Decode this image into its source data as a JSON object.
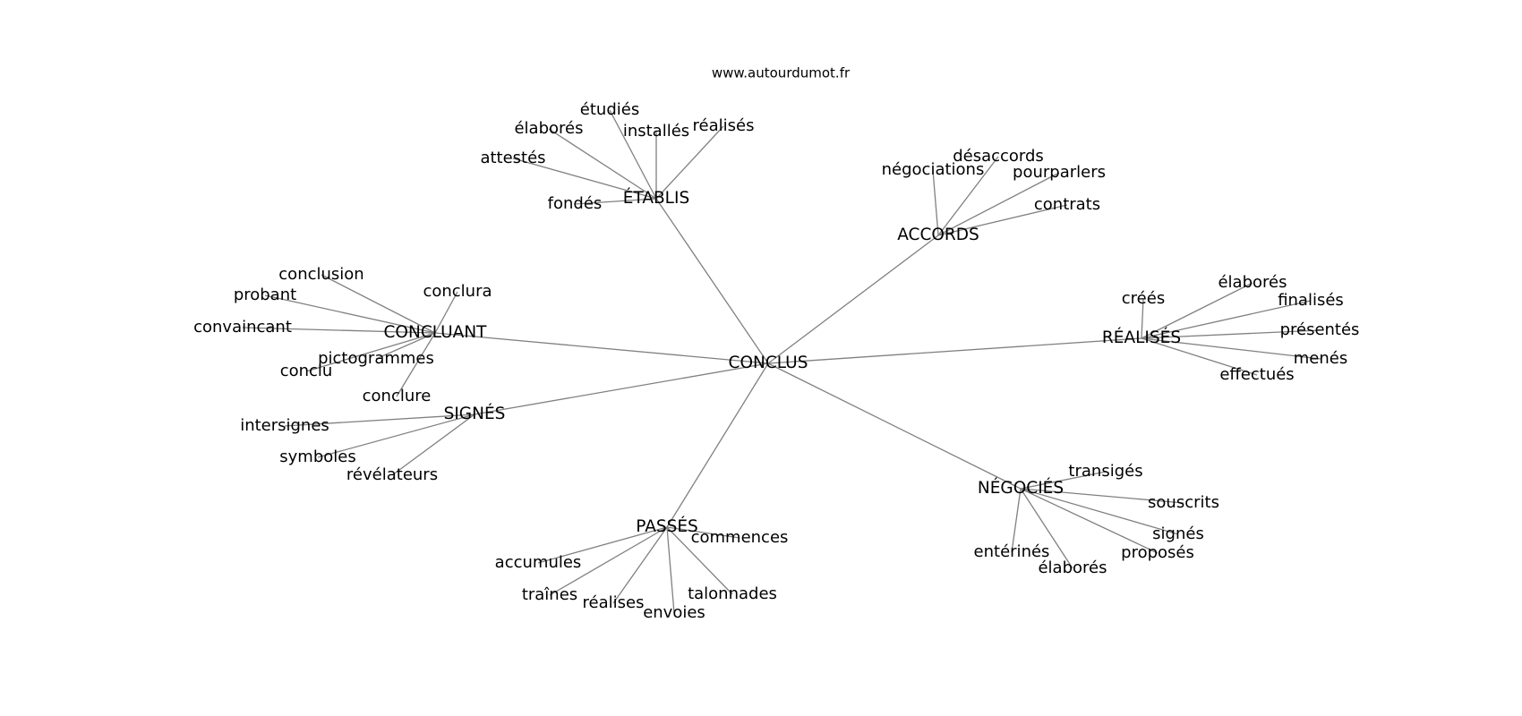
{
  "source": "www.autourdumot.fr",
  "center": "CONCLUS",
  "groups": [
    {
      "id": "etablis",
      "label": "ÉTABLIS",
      "children": [
        "attestés",
        "élaborés",
        "étudiés",
        "installés",
        "réalisés",
        "fondés"
      ]
    },
    {
      "id": "accords",
      "label": "ACCORDS",
      "children": [
        "négociations",
        "désaccords",
        "pourparlers",
        "contrats"
      ]
    },
    {
      "id": "concluant",
      "label": "CONCLUANT",
      "children": [
        "conclusion",
        "probant",
        "convaincant",
        "conclura",
        "pictogrammes",
        "conclu",
        "conclure"
      ]
    },
    {
      "id": "realises",
      "label": "RÉALISÉS",
      "children": [
        "créés",
        "élaborés",
        "finalisés",
        "présentés",
        "menés",
        "effectués"
      ]
    },
    {
      "id": "signes",
      "label": "SIGNÉS",
      "children": [
        "intersignes",
        "symboles",
        "révélateurs"
      ]
    },
    {
      "id": "negocies",
      "label": "NÉGOCIÉS",
      "children": [
        "transigés",
        "souscrits",
        "signés",
        "proposés",
        "élaborés",
        "entérinés"
      ]
    },
    {
      "id": "passes",
      "label": "PASSÉS",
      "children": [
        "commences",
        "accumules",
        "traînes",
        "réalises",
        "envoies",
        "talonnades"
      ]
    }
  ]
}
